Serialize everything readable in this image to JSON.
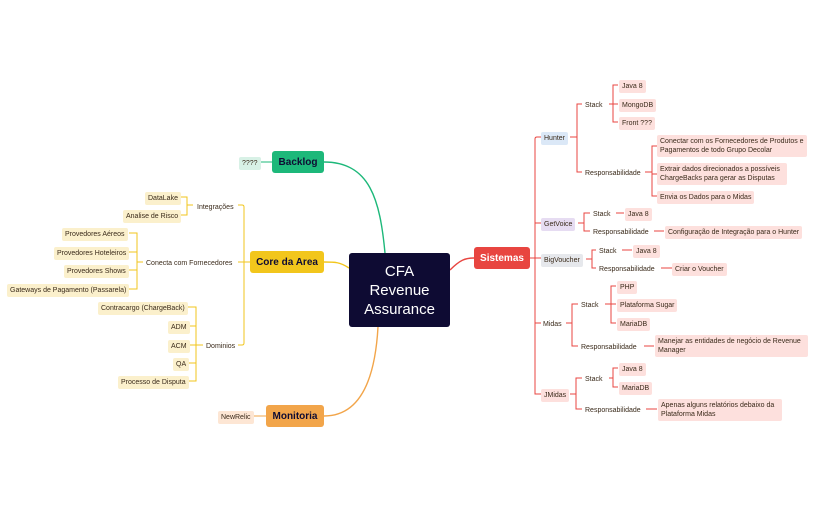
{
  "center": {
    "title": "CFA\nRevenue\nAssurance"
  },
  "colors": {
    "green": "#1db87a",
    "yellow": "#f2c61c",
    "orange": "#f2a54a",
    "red": "#e84540",
    "dark": "#0e0b33"
  },
  "left": {
    "backlog": {
      "label": "Backlog",
      "child": "????"
    },
    "core": {
      "label": "Core da Area",
      "integracoes": {
        "label": "Integrações",
        "items": [
          "DataLake",
          "Analise de Risco"
        ]
      },
      "fornecedores": {
        "label": "Conecta com Fornecedores",
        "items": [
          "Provedores Aéreos",
          "Provedores Hoteleiros",
          "Provedores Shows",
          "Gateways de Pagamento (Passarela)"
        ]
      },
      "dominios": {
        "label": "Dominios",
        "items": [
          "Contracargo (ChargeBack)",
          "ADM",
          "ACM",
          "QA",
          "Processo de Disputa"
        ]
      }
    },
    "monitoria": {
      "label": "Monitoria",
      "child": "NewRelic"
    }
  },
  "right": {
    "sistemas": {
      "label": "Sistemas"
    },
    "hunter": {
      "label": "Hunter",
      "stack_label": "Stack",
      "stack": [
        "Java 8",
        "MongoDB",
        "Front ???"
      ],
      "resp_label": "Responsabilidade",
      "resp": [
        "Conectar com os Fornecedores de Produtos e Pagamentos de todo Grupo Decolar",
        "Extrair dados direcionados a possíveis ChargeBacks para gerar as Disputas",
        "Envia os Dados para o Midas"
      ]
    },
    "getvoice": {
      "label": "GetVoice",
      "stack_label": "Stack",
      "stack": [
        "Java 8"
      ],
      "resp_label": "Responsabilidade",
      "resp": [
        "Configuração de Integração para o Hunter"
      ]
    },
    "bigvoucher": {
      "label": "BigVoucher",
      "stack_label": "Stack",
      "stack": [
        "Java 8"
      ],
      "resp_label": "Responsabilidade",
      "resp": [
        "Criar o Voucher"
      ]
    },
    "midas": {
      "label": "Midas",
      "stack_label": "Stack",
      "stack": [
        "PHP",
        "Plataforma Sugar",
        "MariaDB"
      ],
      "resp_label": "Responsabilidade",
      "resp": [
        "Manejar as entidades de negócio de Revenue Manager"
      ]
    },
    "jmidas": {
      "label": "JMidas",
      "stack_label": "Stack",
      "stack": [
        "Java 8",
        "MariaDB"
      ],
      "resp_label": "Responsabilidade",
      "resp": [
        "Apenas alguns relatórios debaixo da Plataforma Midas"
      ]
    }
  }
}
